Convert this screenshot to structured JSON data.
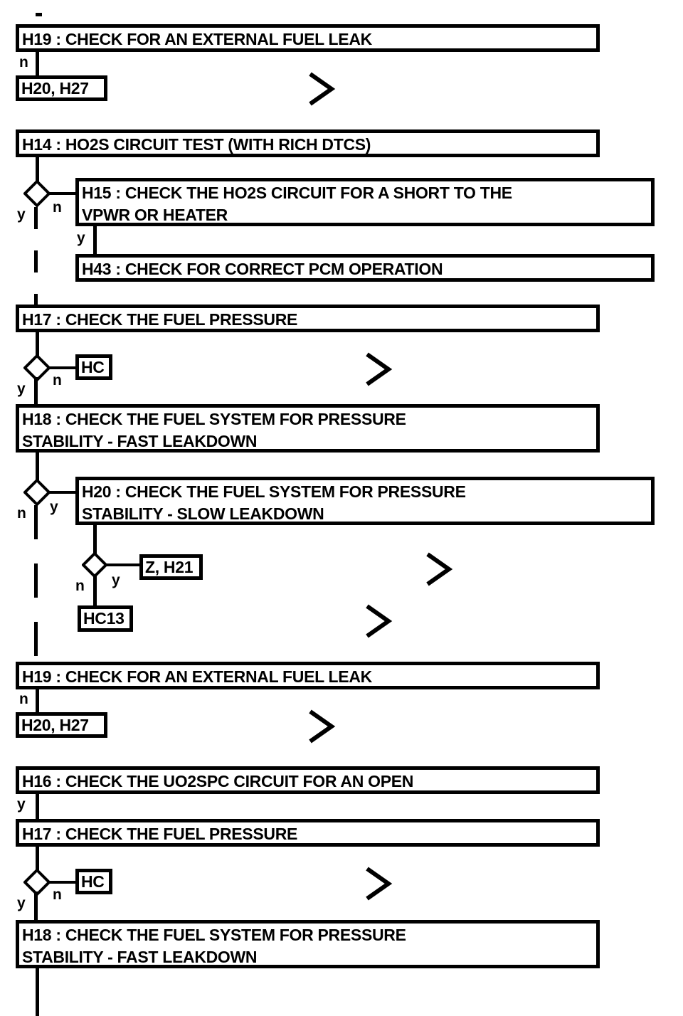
{
  "diagram": {
    "title": "Fuel system / HO2S diagnostic flowchart",
    "type": "flowchart",
    "colors": {
      "stroke": "#000000",
      "background": "#ffffff",
      "text": "#000000"
    },
    "steps": [
      {
        "id": "h19-top",
        "label": "H19 : CHECK FOR AN EXTERNAL FUEL LEAK"
      },
      {
        "id": "h20h27-top",
        "label": "H20, H27"
      },
      {
        "id": "h14",
        "label": "H14 : HO2S CIRCUIT TEST (WITH RICH DTCS)"
      },
      {
        "id": "h15",
        "label": "H15 : CHECK THE HO2S CIRCUIT FOR A SHORT TO THE\nVPWR OR HEATER"
      },
      {
        "id": "h43",
        "label": "H43 : CHECK FOR CORRECT PCM OPERATION"
      },
      {
        "id": "h17-upper",
        "label": "H17 : CHECK THE FUEL PRESSURE"
      },
      {
        "id": "hc-upper",
        "label": "HC"
      },
      {
        "id": "h18-upper",
        "label": "H18 : CHECK THE FUEL SYSTEM FOR PRESSURE\nSTABILITY - FAST LEAKDOWN"
      },
      {
        "id": "h20",
        "label": "H20 : CHECK THE FUEL SYSTEM FOR PRESSURE\nSTABILITY - SLOW LEAKDOWN"
      },
      {
        "id": "zh21",
        "label": "Z, H21"
      },
      {
        "id": "hc13",
        "label": "HC13"
      },
      {
        "id": "h19-lower",
        "label": "H19 : CHECK FOR AN EXTERNAL FUEL LEAK"
      },
      {
        "id": "h20h27-low",
        "label": "H20, H27"
      },
      {
        "id": "h16",
        "label": "H16 : CHECK THE UO2SPC CIRCUIT FOR AN OPEN"
      },
      {
        "id": "h17-lower",
        "label": "H17 : CHECK THE FUEL PRESSURE"
      },
      {
        "id": "hc-lower",
        "label": "HC"
      },
      {
        "id": "h18-lower",
        "label": "H18 : CHECK THE FUEL SYSTEM FOR PRESSURE\nSTABILITY - FAST LEAKDOWN"
      }
    ],
    "branch_labels": {
      "n1": "n",
      "y_h14": "y",
      "n_h14": "n",
      "y_h15": "y",
      "y_h17u": "y",
      "n_h17u": "n",
      "n_h18u": "n",
      "y_h18u": "y",
      "n_h20": "n",
      "y_h20": "y",
      "n_h19low": "n",
      "y_h16": "y",
      "y_h17low": "y",
      "n_h17low": "n"
    },
    "connectors": {
      "chevron_glyph": "off-page-connector"
    }
  }
}
